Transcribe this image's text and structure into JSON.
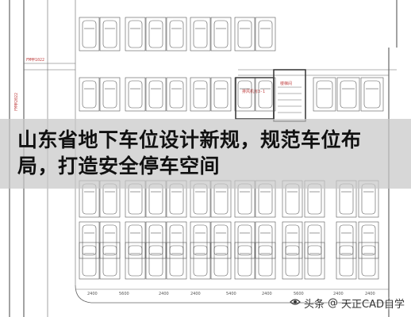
{
  "headline": "山东省地下车位设计新规，规范车位布局，打造安全停车空间",
  "watermark": {
    "prefix": "头条",
    "at": "@",
    "account": "天正CAD自学",
    "icon": "eye-icon"
  },
  "plan_labels": {
    "fm_top": "FM甲1022",
    "fm_mid": "FM甲2022",
    "room": "排风机房3-1",
    "stair": "楼梯间"
  },
  "dimensions": [
    "2400",
    "5600",
    "2400",
    "2400",
    "5400",
    "2400",
    "5600",
    "2400",
    "2400"
  ],
  "colors": {
    "line": "#555555",
    "accent": "#c04040",
    "banner": "#c8c8c8"
  }
}
